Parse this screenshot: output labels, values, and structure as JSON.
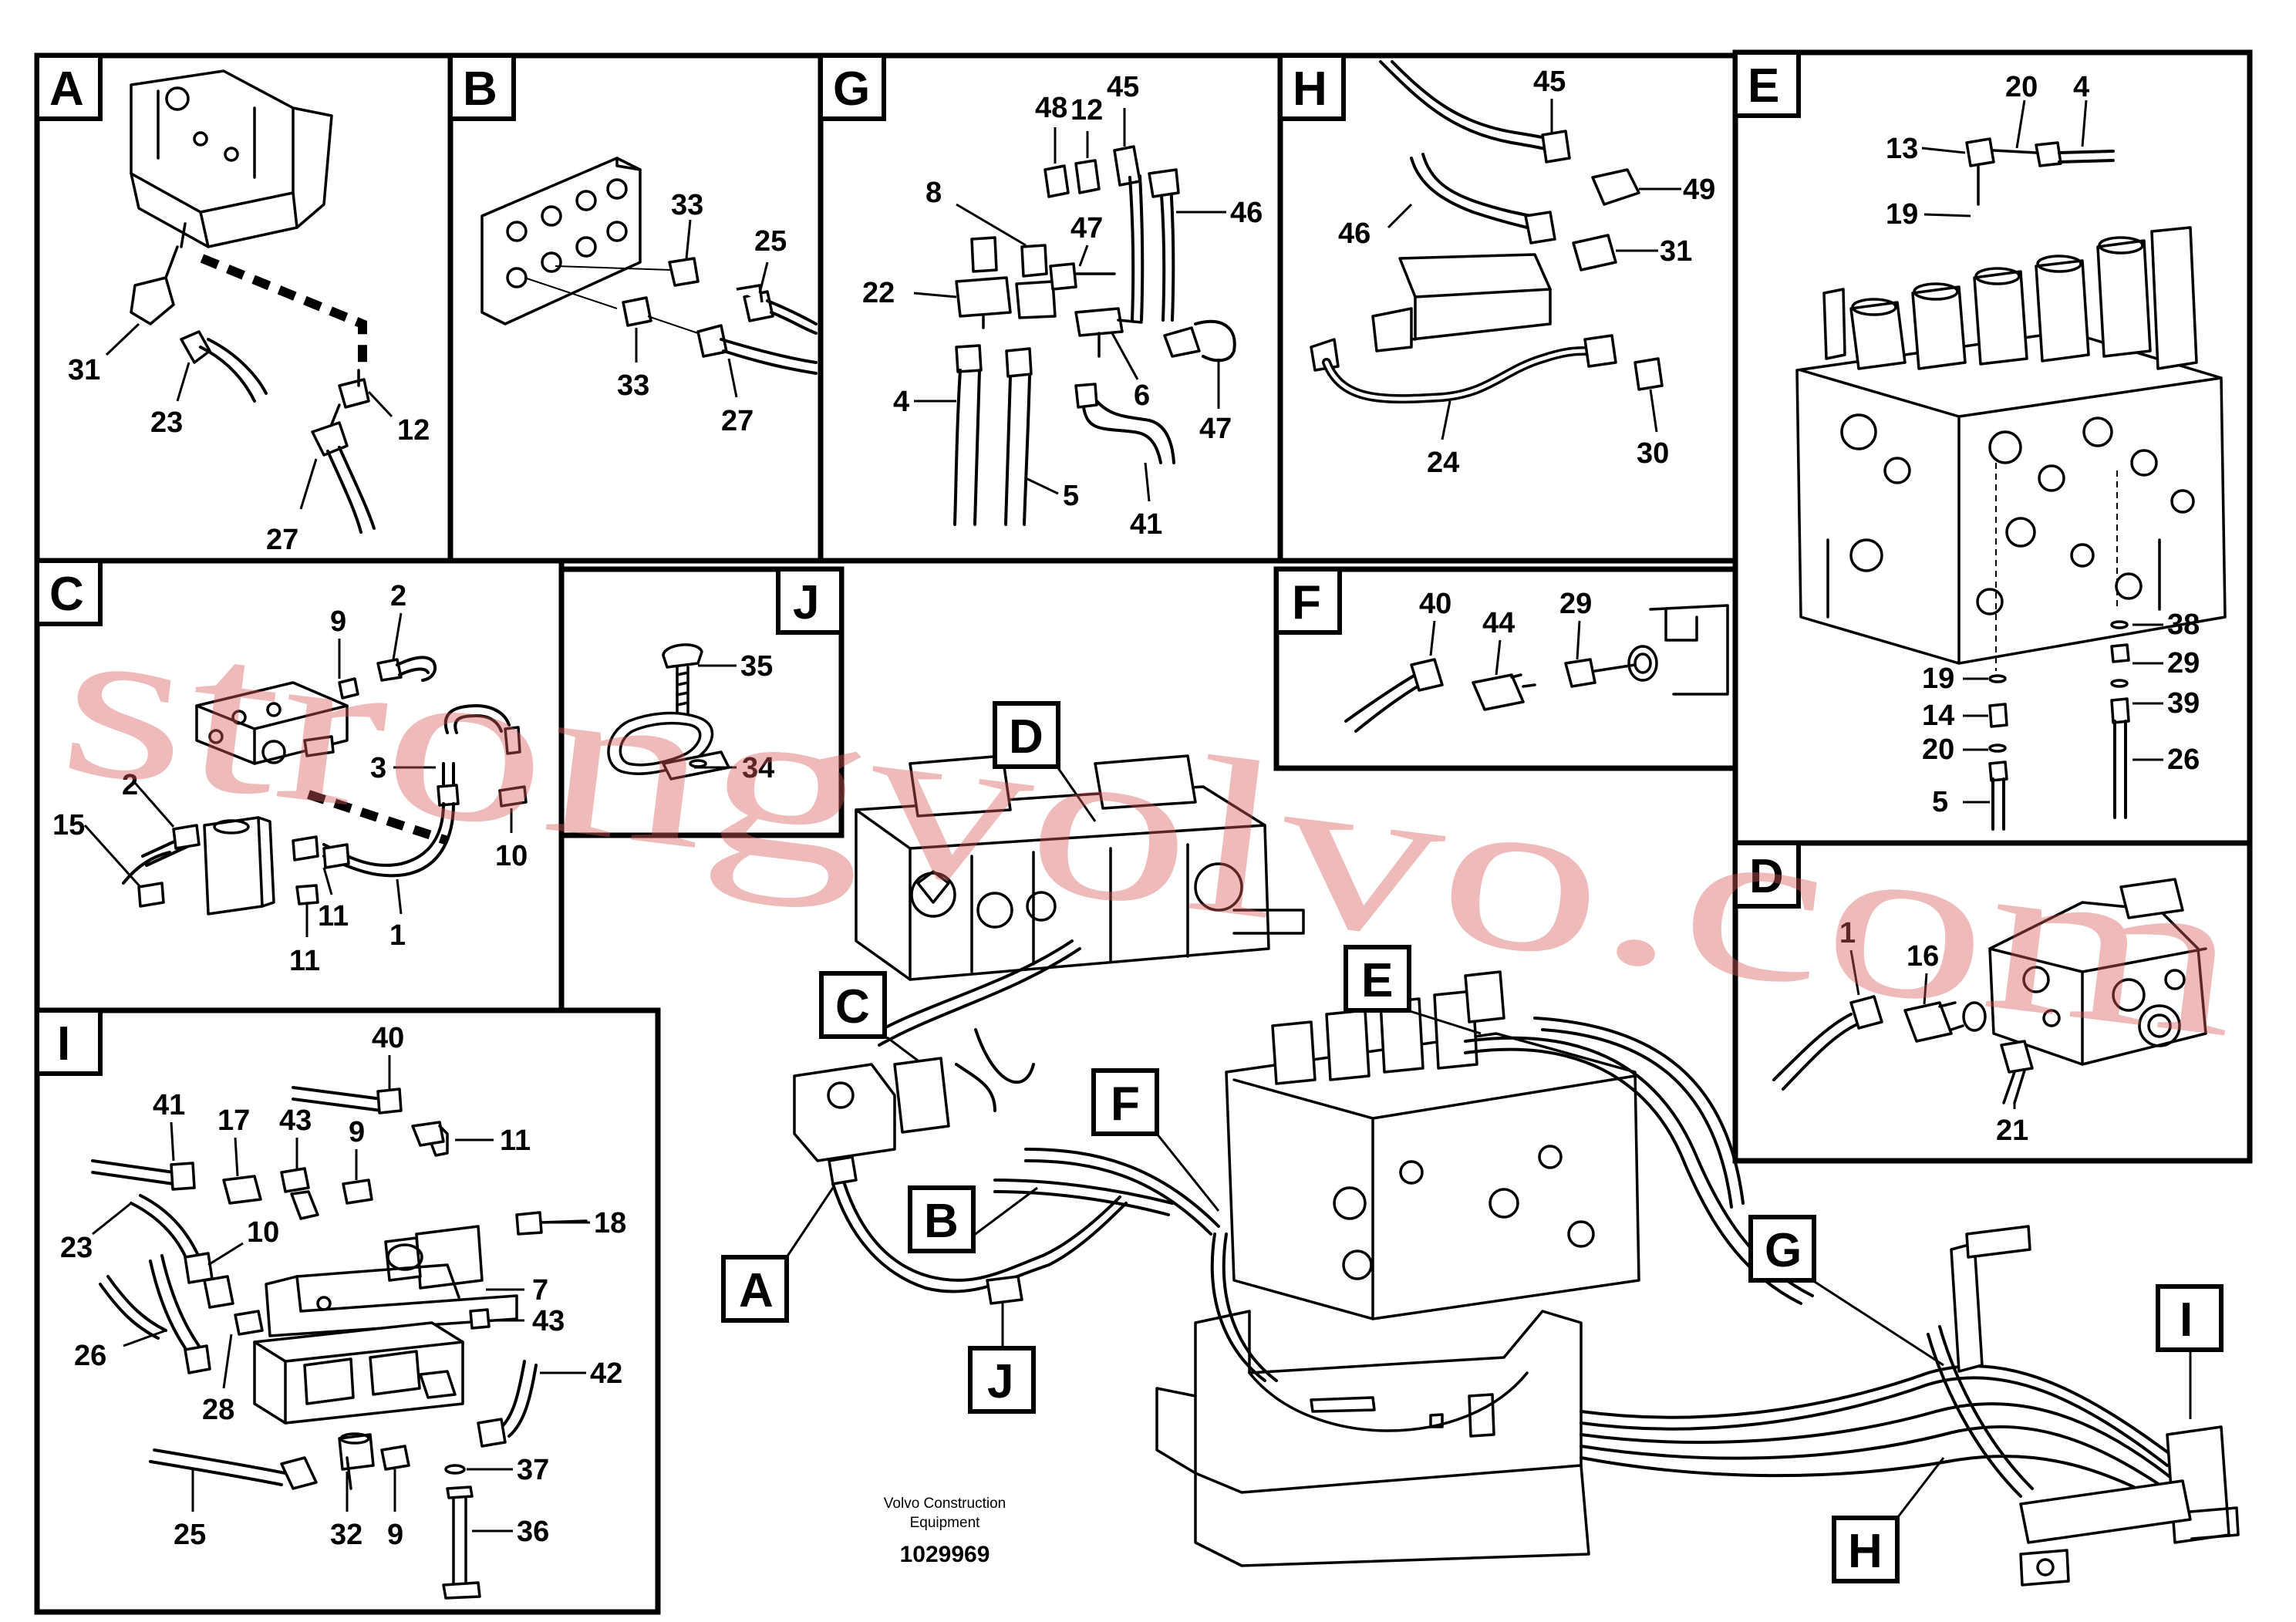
{
  "panels": {
    "A": {
      "label": "A",
      "numbers": [
        "31",
        "23",
        "12",
        "27"
      ]
    },
    "B": {
      "label": "B",
      "numbers": [
        "33",
        "25",
        "33",
        "27"
      ]
    },
    "G": {
      "label": "G",
      "numbers": [
        "48",
        "12",
        "45",
        "8",
        "47",
        "46",
        "22",
        "6",
        "47",
        "4",
        "5",
        "41"
      ]
    },
    "H": {
      "label": "H",
      "numbers": [
        "45",
        "49",
        "46",
        "31",
        "24",
        "30"
      ]
    },
    "E": {
      "label": "E",
      "numbers": [
        "20",
        "4",
        "13",
        "19",
        "38",
        "29",
        "19",
        "39",
        "14",
        "20",
        "26",
        "5"
      ]
    },
    "C": {
      "label": "C",
      "numbers": [
        "9",
        "2",
        "3",
        "2",
        "15",
        "10",
        "11",
        "1",
        "11"
      ]
    },
    "J": {
      "label": "J",
      "numbers": [
        "35",
        "34"
      ]
    },
    "F": {
      "label": "F",
      "numbers": [
        "40",
        "44",
        "29"
      ]
    },
    "D": {
      "label": "D",
      "numbers": [
        "1",
        "16",
        "21"
      ]
    },
    "I": {
      "label": "I",
      "numbers": [
        "40",
        "41",
        "17",
        "43",
        "9",
        "11",
        "18",
        "23",
        "10",
        "7",
        "43",
        "26",
        "28",
        "42",
        "37",
        "25",
        "32",
        "9",
        "36"
      ]
    }
  },
  "callouts": [
    "D",
    "C",
    "E",
    "F",
    "B",
    "A",
    "J",
    "G",
    "I",
    "H"
  ],
  "caption": {
    "line1": "Volvo Construction",
    "line2": "Equipment",
    "doc_number": "1029969"
  },
  "watermark": "strongvolvo.com"
}
